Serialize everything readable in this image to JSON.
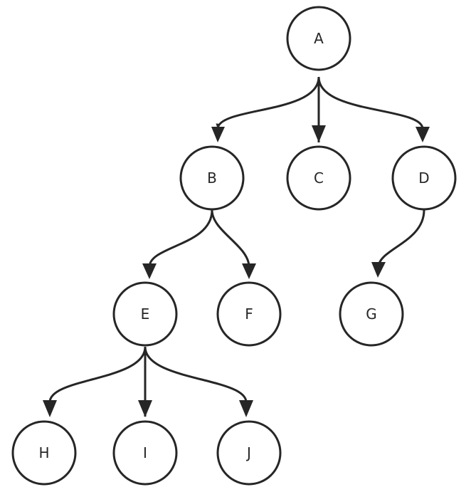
{
  "diagram": {
    "type": "tree",
    "nodes": [
      {
        "id": "A",
        "label": "A"
      },
      {
        "id": "B",
        "label": "B"
      },
      {
        "id": "C",
        "label": "C"
      },
      {
        "id": "D",
        "label": "D"
      },
      {
        "id": "E",
        "label": "E"
      },
      {
        "id": "F",
        "label": "F"
      },
      {
        "id": "G",
        "label": "G"
      },
      {
        "id": "H",
        "label": "H"
      },
      {
        "id": "I",
        "label": "I"
      },
      {
        "id": "J",
        "label": "J"
      }
    ],
    "edges": [
      {
        "from": "A",
        "to": "B"
      },
      {
        "from": "A",
        "to": "C"
      },
      {
        "from": "A",
        "to": "D"
      },
      {
        "from": "B",
        "to": "E"
      },
      {
        "from": "B",
        "to": "F"
      },
      {
        "from": "D",
        "to": "G"
      },
      {
        "from": "E",
        "to": "H"
      },
      {
        "from": "E",
        "to": "I"
      },
      {
        "from": "E",
        "to": "J"
      }
    ]
  }
}
